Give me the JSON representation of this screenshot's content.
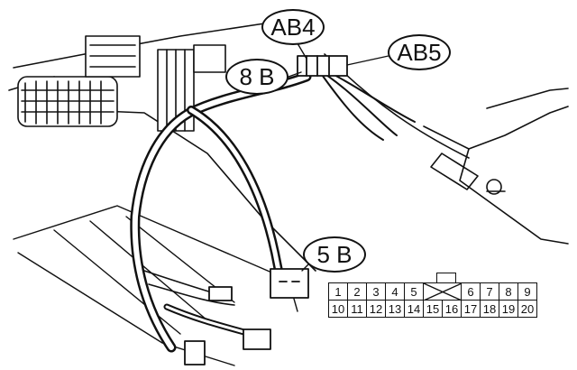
{
  "callouts": {
    "ab4": "AB4",
    "ab5": "AB5",
    "b8": "8 B",
    "b5": "5 B"
  },
  "connector_pinout": {
    "top_row": [
      "1",
      "2",
      "3",
      "4",
      "5",
      "",
      "",
      "6",
      "7",
      "8",
      "9"
    ],
    "bottom_row": [
      "10",
      "11",
      "12",
      "13",
      "14",
      "15",
      "16",
      "17",
      "18",
      "19",
      "20"
    ]
  },
  "colors": {
    "ink": "#111111",
    "paper": "#ffffff"
  }
}
